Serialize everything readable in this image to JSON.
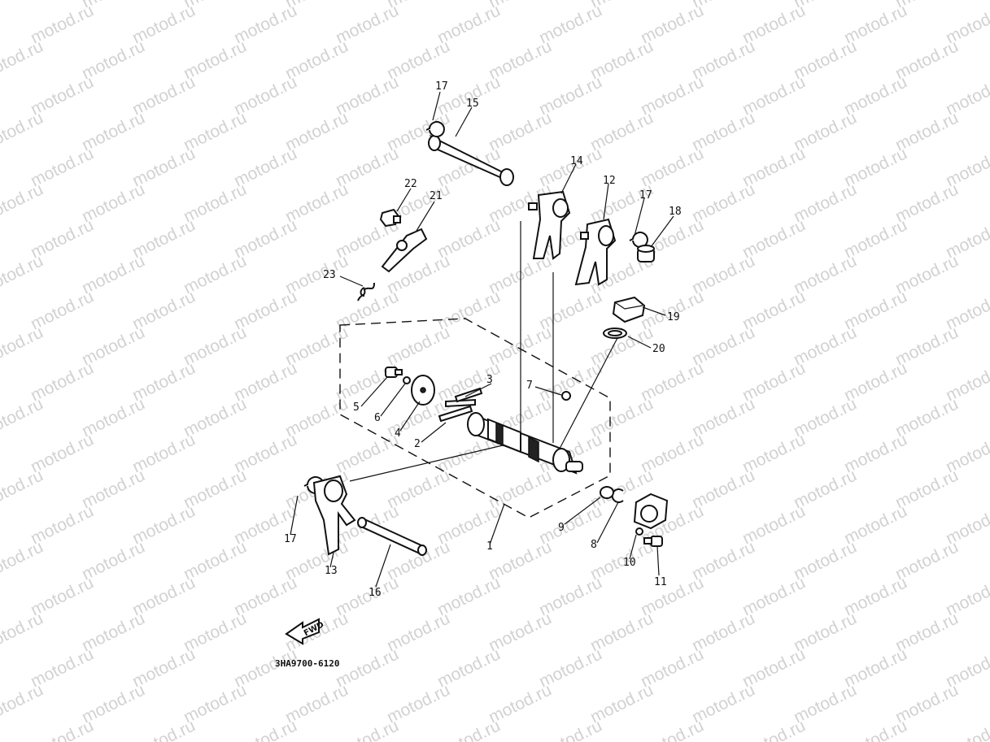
{
  "watermark": "motod.ru",
  "diagram_code": "3HA9700-6120",
  "fwd_label": "FWD",
  "callouts": {
    "c1": "1",
    "c2": "2",
    "c3": "3",
    "c4": "4",
    "c5": "5",
    "c6": "6",
    "c7": "7",
    "c8": "8",
    "c9": "9",
    "c10": "10",
    "c11": "11",
    "c12": "12",
    "c13": "13",
    "c14": "14",
    "c15": "15",
    "c16": "16",
    "c17a": "17",
    "c17b": "17",
    "c17c": "17",
    "c18": "18",
    "c19": "19",
    "c20": "20",
    "c21": "21",
    "c22": "22",
    "c23": "23"
  }
}
